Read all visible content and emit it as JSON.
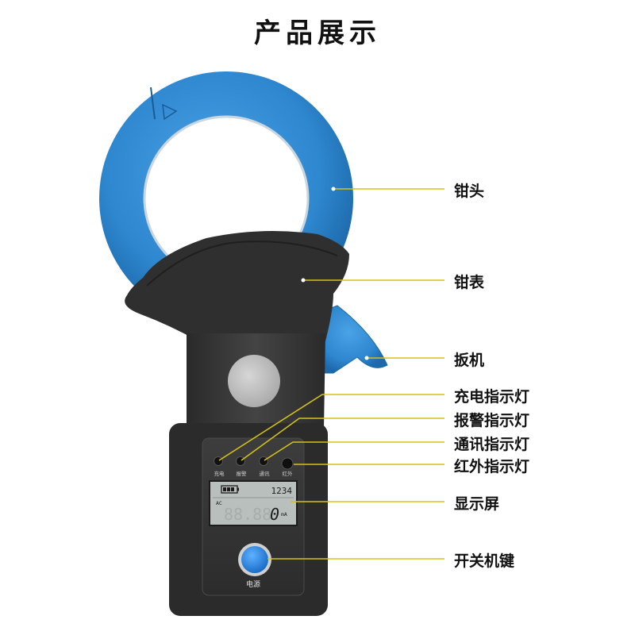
{
  "title": "产品展示",
  "callouts": {
    "jaw": "钳头",
    "meter": "钳表",
    "trigger": "扳机",
    "charge_led": "充电指示灯",
    "alarm_led": "报警指示灯",
    "comm_led": "通讯指示灯",
    "ir_led": "红外指示灯",
    "display": "显示屏",
    "power_key": "开关机键"
  },
  "device": {
    "led_labels": [
      "充电",
      "报警",
      "通讯",
      "红外"
    ],
    "lcd_top": "1234",
    "lcd_mode": "AC",
    "lcd_main": "0",
    "lcd_unit": "mA",
    "power_label": "电源"
  },
  "colors": {
    "jaw_blue": "#2e87cf",
    "body_dark": "#3a3a3a",
    "leader_line": "#d4c21c",
    "lcd_bg": "#b8bfbd",
    "power_button": "#1f7fe0"
  }
}
